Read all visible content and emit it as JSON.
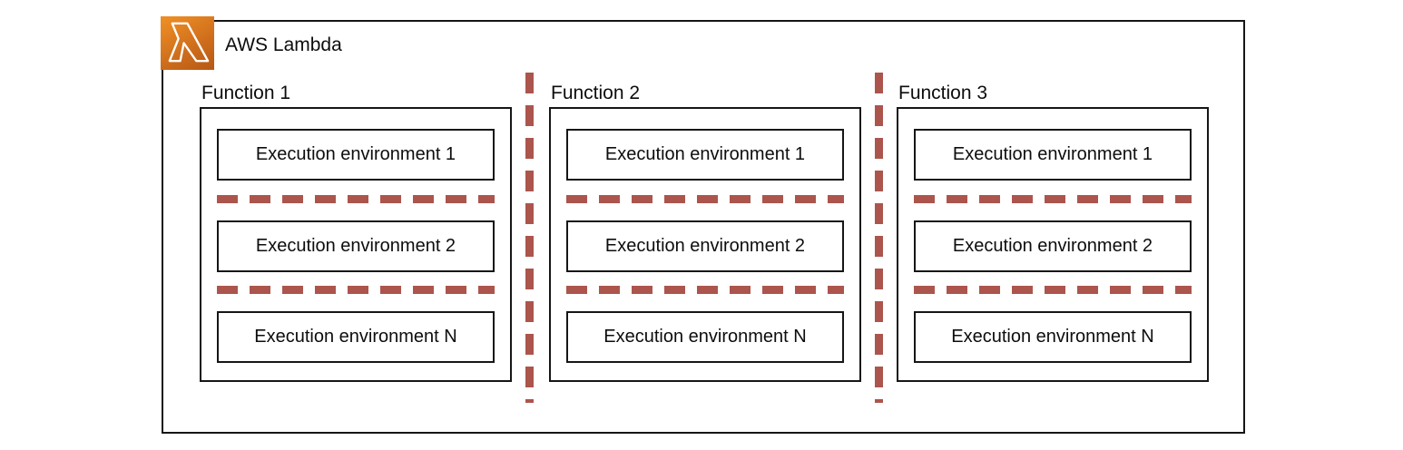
{
  "title": "AWS Lambda",
  "icon": "aws-lambda-icon",
  "colors": {
    "line": "#161616",
    "dash": "#AC554D",
    "icon_gradient_top": "#EC8C25",
    "icon_gradient_mid": "#CC6C1B",
    "icon_gradient_bottom": "#B75814",
    "icon_glyph": "#FFFFFF",
    "background": "#FFFFFF",
    "text": "#0D0D0D"
  },
  "functions": [
    {
      "label": "Function 1",
      "environments": [
        "Execution environment 1",
        "Execution environment 2",
        "Execution environment N"
      ]
    },
    {
      "label": "Function 2",
      "environments": [
        "Execution environment 1",
        "Execution environment 2",
        "Execution environment N"
      ]
    },
    {
      "label": "Function 3",
      "environments": [
        "Execution environment 1",
        "Execution environment 2",
        "Execution environment N"
      ]
    }
  ]
}
